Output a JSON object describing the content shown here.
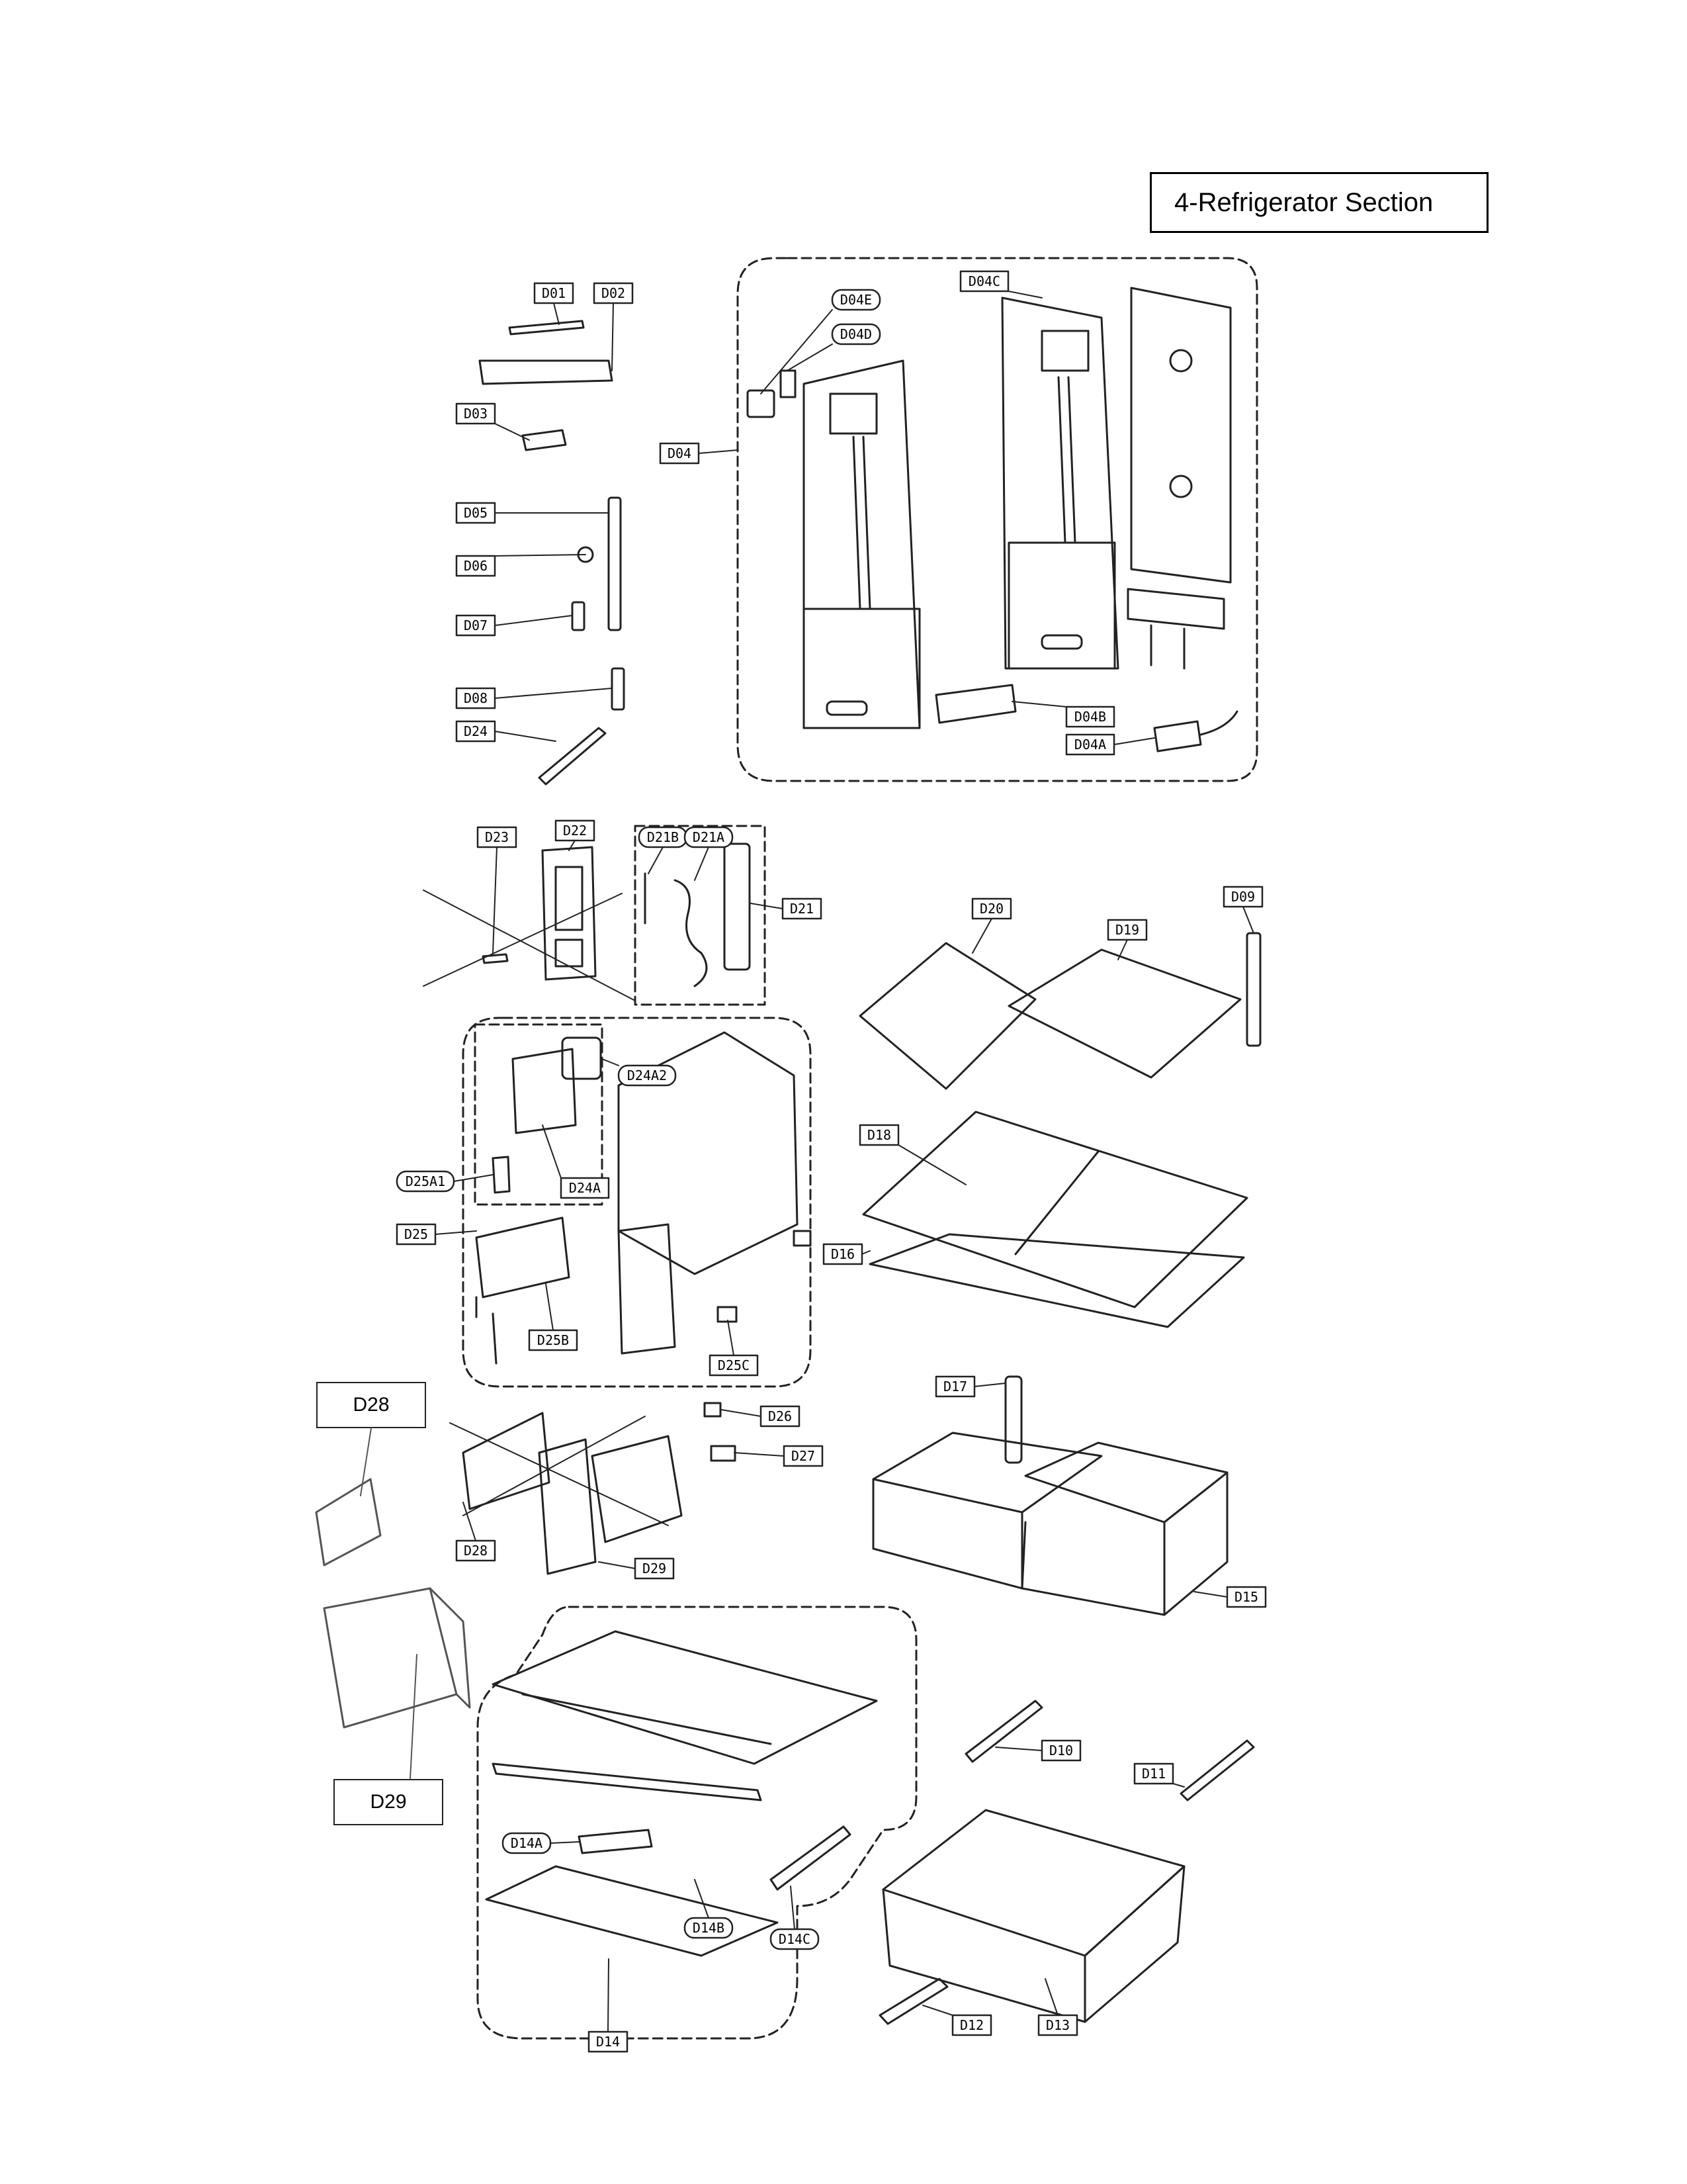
{
  "section_title": "4-Refrigerator Section",
  "callouts": {
    "d28": "D28",
    "d29": "D29"
  },
  "part_labels": {
    "D01": "D01",
    "D02": "D02",
    "D03": "D03",
    "D05": "D05",
    "D06": "D06",
    "D07": "D07",
    "D08": "D08",
    "D24": "D24",
    "D04": "D04",
    "D04E": "D04E",
    "D04D": "D04D",
    "D04C": "D04C",
    "D04B": "D04B",
    "D04A": "D04A",
    "D23": "D23",
    "D22": "D22",
    "D21B": "D21B",
    "D21A": "D21A",
    "D21": "D21",
    "D20": "D20",
    "D19": "D19",
    "D09": "D09",
    "D24A2": "D24A2",
    "D25A1": "D25A1",
    "D24A": "D24A",
    "D25": "D25",
    "D25B": "D25B",
    "D25C": "D25C",
    "D18": "D18",
    "D16": "D16",
    "D26": "D26",
    "D27": "D27",
    "D28": "D28",
    "D29": "D29",
    "D17": "D17",
    "D15": "D15",
    "D10": "D10",
    "D11": "D11",
    "D14A": "D14A",
    "D14B": "D14B",
    "D14C": "D14C",
    "D14": "D14",
    "D12": "D12",
    "D13": "D13"
  }
}
